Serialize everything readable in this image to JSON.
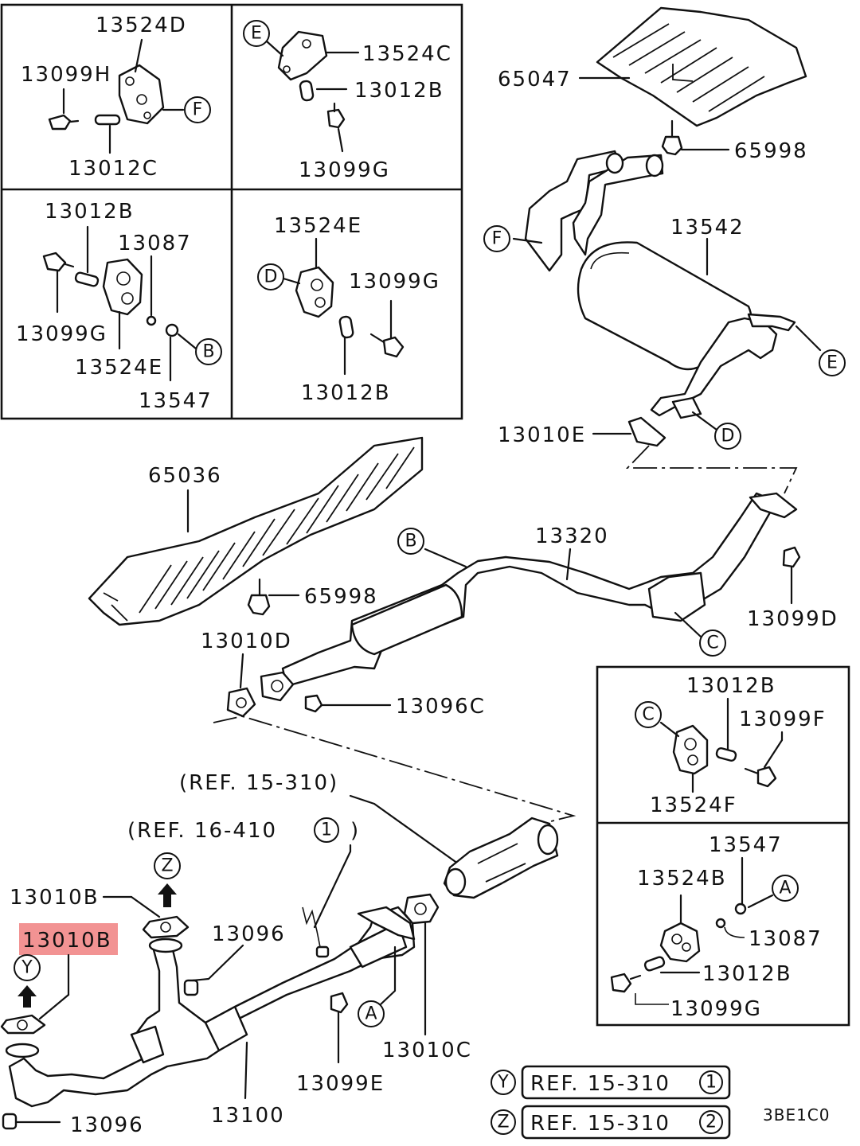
{
  "panels": {
    "p1": {
      "labels": [
        "13524D",
        "13099H",
        "13012C"
      ],
      "ref": "F"
    },
    "p2": {
      "labels": [
        "13524C",
        "13012B",
        "13099G"
      ],
      "ref": "E"
    },
    "p3": {
      "labels": [
        "13012B",
        "13087",
        "13099G",
        "13524E",
        "13547"
      ],
      "ref": "B"
    },
    "p4": {
      "labels": [
        "13524E",
        "13099G",
        "13012B"
      ],
      "ref": "D"
    },
    "p5": {
      "labels": [
        "13012B",
        "13099F",
        "13524F"
      ],
      "ref": "C"
    },
    "p6": {
      "labels": [
        "13547",
        "13524B",
        "13087",
        "13012B",
        "13099G"
      ],
      "ref": "A"
    }
  },
  "main": {
    "65047": "65047",
    "65998a": "65998",
    "13542": "13542",
    "F": "F",
    "E": "E",
    "D": "D",
    "13010E": "13010E",
    "65036": "65036",
    "B": "B",
    "13320": "13320",
    "65998b": "65998",
    "13099D": "13099D",
    "13010D": "13010D",
    "C": "C",
    "13096C": "13096C",
    "ref15": "(REF. 15-310)",
    "ref16": "(REF. 16-410",
    "ref16num": "1",
    "ref16close": ")",
    "Z": "Z",
    "Y": "Y",
    "13010B_a": "13010B",
    "13010B_b": "13010B",
    "13096a": "13096",
    "13096b": "13096",
    "13100": "13100",
    "A": "A",
    "13099E": "13099E",
    "13010C": "13010C"
  },
  "legend": {
    "y_letter": "Y",
    "y_text": "REF. 15-310",
    "y_num": "1",
    "z_letter": "Z",
    "z_text": "REF. 15-310",
    "z_num": "2"
  },
  "code": "3BE1C0",
  "highlight_color": "#f08080"
}
